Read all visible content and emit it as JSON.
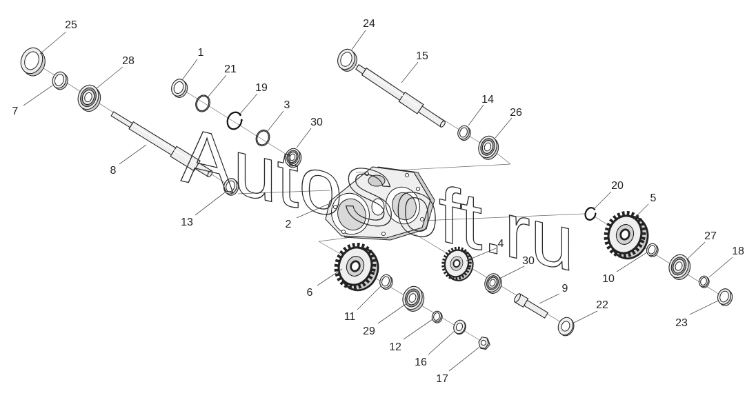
{
  "diagram": {
    "callouts": [
      "25",
      "28",
      "7",
      "1",
      "21",
      "19",
      "3",
      "30",
      "8",
      "13",
      "24",
      "15",
      "14",
      "26",
      "2",
      "20",
      "5",
      "4",
      "30",
      "27",
      "18",
      "10",
      "6",
      "9",
      "11",
      "22",
      "23",
      "29",
      "12",
      "16",
      "17"
    ]
  },
  "watermark": "AutoSoft.ru"
}
